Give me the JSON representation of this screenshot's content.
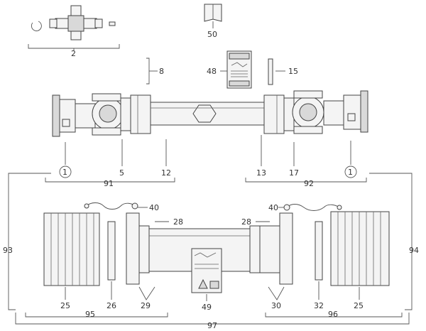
{
  "callouts": {
    "c2": "2",
    "c50": "50",
    "c8": "8",
    "c48": "48",
    "c15": "15",
    "c1_left": "1",
    "c5": "5",
    "c12": "12",
    "c13": "13",
    "c17": "17",
    "c1_right": "1",
    "c91": "91",
    "c92": "92",
    "c40_left": "40",
    "c40_right": "40",
    "c28_left": "28",
    "c28_right": "28",
    "c93": "93",
    "c94": "94",
    "c25_left": "25",
    "c26": "26",
    "c29": "29",
    "c49": "49",
    "c30": "30",
    "c32": "32",
    "c25_right": "25",
    "c95": "95",
    "c96": "96",
    "c97": "97"
  }
}
